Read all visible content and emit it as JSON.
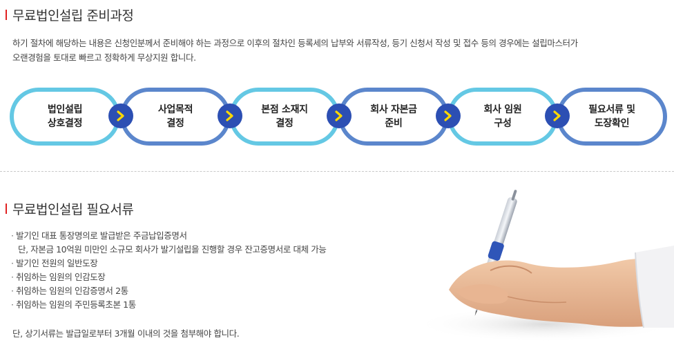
{
  "process": {
    "title": "무료법인설립 준비과정",
    "description_line1": "하기 절차에 해당하는 내용은 신청인분께서 준비해야 하는 과정으로 이후의 절차인 등록세의 납부와 서류작성, 등기 신청서 작성 및 접수 등의 경우에는 설립마스터가",
    "description_line2": "오랜경험을 토대로 빠르고 정확하게 무상지원 합니다.",
    "steps": [
      {
        "line1": "법인설립",
        "line2": "상호결정"
      },
      {
        "line1": "사업목적",
        "line2": "결정"
      },
      {
        "line1": "본점 소재지",
        "line2": "결정"
      },
      {
        "line1": "회사 자본금",
        "line2": "준비"
      },
      {
        "line1": "회사 임원",
        "line2": "구성"
      },
      {
        "line1": "필요서류 및",
        "line2": "도장확인"
      }
    ]
  },
  "documents": {
    "title": "무료법인설립 필요서류",
    "items": [
      "발기인 대표 통장명의로 발급받은 주금납입증명서",
      "단, 자본금 10억원 미만인 소규모 회사가 발기설립을 진행할 경우 잔고증명서로 대체 가능",
      "발기인 전원의 일반도장",
      "취임하는 임원의 인감도장",
      "취임하는 임원의 인감증명서 2통",
      "취임하는 임원의 주민등록초본 1통"
    ],
    "note": "단, 상기서류는 발급일로부터 3개월 이내의 것을 첨부해야 합니다."
  },
  "colors": {
    "accent_red": "#e02020",
    "step_border_light": "#64c8e4",
    "step_border_dark": "#5b86cc",
    "arrow_bg": "#2c4fb3",
    "arrow_chevron": "#ffd800"
  },
  "icons": {
    "step_arrow": "chevron-right-icon",
    "illustration": "hand-writing-with-pen"
  }
}
